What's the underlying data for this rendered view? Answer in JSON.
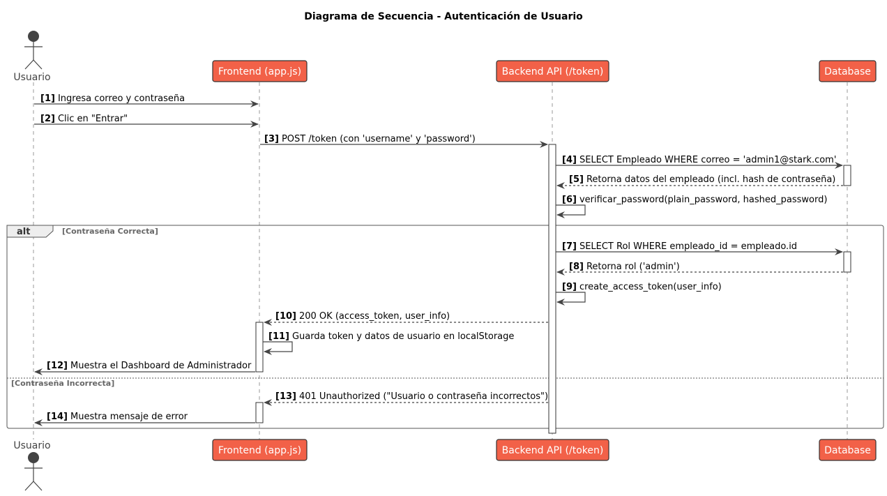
{
  "title": "Diagrama de Secuencia - Autenticación de Usuario",
  "participants": [
    {
      "id": "usuario",
      "label": "Usuario",
      "kind": "actor"
    },
    {
      "id": "frontend",
      "label": "Frontend (app.js)",
      "kind": "participant"
    },
    {
      "id": "backend",
      "label": "Backend API (/token)",
      "kind": "participant"
    },
    {
      "id": "database",
      "label": "Database",
      "kind": "participant"
    }
  ],
  "colors": {
    "participant_fill": "#F26148",
    "participant_text": "#FFFFFF"
  },
  "messages": [
    {
      "num": "[1]",
      "text": "Ingresa correo y contraseña"
    },
    {
      "num": "[2]",
      "text": "Clic en \"Entrar\""
    },
    {
      "num": "[3]",
      "text": "POST /token (con 'username' y 'password')"
    },
    {
      "num": "[4]",
      "text": "SELECT Empleado WHERE correo = 'admin1@stark.com'"
    },
    {
      "num": "[5]",
      "text": "Retorna datos del empleado (incl. hash de contraseña)"
    },
    {
      "num": "[6]",
      "text": "verificar_password(plain_password, hashed_password)"
    },
    {
      "num": "[7]",
      "text": "SELECT Rol WHERE empleado_id = empleado.id"
    },
    {
      "num": "[8]",
      "text": "Retorna rol ('admin')"
    },
    {
      "num": "[9]",
      "text": "create_access_token(user_info)"
    },
    {
      "num": "[10]",
      "text": "200 OK (access_token, user_info)"
    },
    {
      "num": "[11]",
      "text": "Guarda token y datos de usuario en localStorage"
    },
    {
      "num": "[12]",
      "text": "Muestra el Dashboard de Administrador"
    },
    {
      "num": "[13]",
      "text": "401 Unauthorized (\"Usuario o contraseña incorrectos\")"
    },
    {
      "num": "[14]",
      "text": "Muestra mensaje de error"
    }
  ],
  "fragment": {
    "operator": "alt",
    "guard_1": "[Contraseña Correcta]",
    "guard_2": "[Contraseña Incorrecta]"
  }
}
